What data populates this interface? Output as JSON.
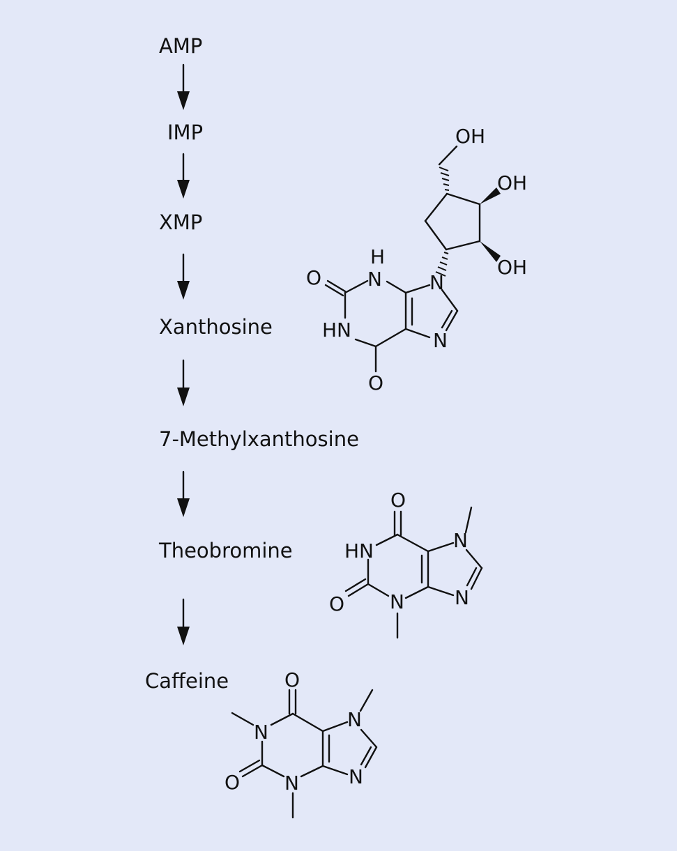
{
  "pathway": {
    "steps": [
      "AMP",
      "IMP",
      "XMP",
      "Xanthosine",
      "7-Methylxanthosine",
      "Theobromine",
      "Caffeine"
    ]
  },
  "atoms": {
    "O": "O",
    "N": "N",
    "H": "H",
    "HN": "HN",
    "OH": "OH"
  }
}
